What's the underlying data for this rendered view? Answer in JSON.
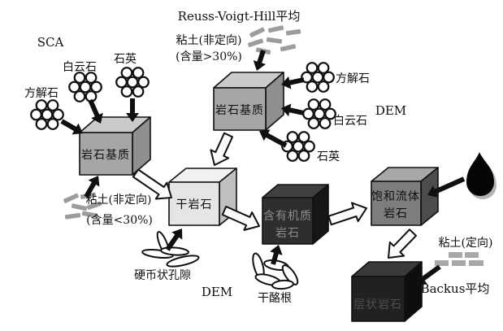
{
  "labels": {
    "sca": "SCA",
    "calcite_left": "方解石",
    "dolomite_left": "白云石",
    "quartz_left": "石英",
    "rvh_average": "Reuss-Voigt-Hill平均",
    "clay_nonoriented_top": "粘土(非定向)",
    "clay_content_gt30": "(含量>30%)",
    "calcite_right": "方解石",
    "dem_right": "DEM",
    "dolomite_right": "白云石",
    "quartz_right": "石英",
    "clay_nonoriented_bottom": "粘土(非定向)",
    "clay_content_lt30": "(含量<30%)",
    "coin_pores": "硬币状孔隙",
    "dem_bottom": "DEM",
    "kerogen": "干酪根",
    "clay_oriented": "粘土(定向)",
    "backus_average": "Backus平均"
  },
  "cubes": {
    "rock_matrix_left": "岩石基质",
    "rock_matrix_top": "岩石基质",
    "dry_rock": "干岩石",
    "organic_rock_line1": "含有机质",
    "organic_rock_line2": "岩石",
    "saturated_rock_line1": "饱和流体",
    "saturated_rock_line2": "岩石",
    "layered_rock": "层状岩石"
  },
  "icons": {
    "mineral_cluster_icon": "seven-white-circles-grain-pack",
    "clay_random_icon": "scattered-gray-bars",
    "clay_wall_icon": "gray-brick-wall",
    "coin_pore_icon": "thin-outlined-ellipses",
    "kerogen_icon": "outlined-lens-ellipses",
    "oil_drop_icon": "black-droplet"
  },
  "colors": {
    "background": "#ffffff",
    "text": "#101010",
    "matrix_cube_front": "#a6a6a6",
    "matrix_cube_top": "#cbcbcb",
    "matrix_cube_right": "#8f8f8f",
    "dry_rock_front": "#e5e5e5",
    "dry_rock_top": "#f1f1f1",
    "dry_rock_right": "#c0c0c0",
    "organic_rock_front": "#2e2e2e",
    "organic_rock_top": "#404040",
    "organic_rock_right": "#161616",
    "organic_label": "#8c8c8c",
    "saturated_rock_front": "#7d7d7d",
    "saturated_rock_top": "#a8a8a8",
    "saturated_rock_right": "#4c4c4c",
    "layered_rock_front": "#212121",
    "layered_rock_top": "#3a3a3a",
    "layered_rock_right": "#0e0e0e",
    "layered_label": "#4f4f4f",
    "clay_gray": "#9c9c9c",
    "brick_gray": "#a8a8a8",
    "black_arrow": "#101010",
    "white_arrow_fill": "#fbfbfb",
    "oil": "#050505"
  }
}
